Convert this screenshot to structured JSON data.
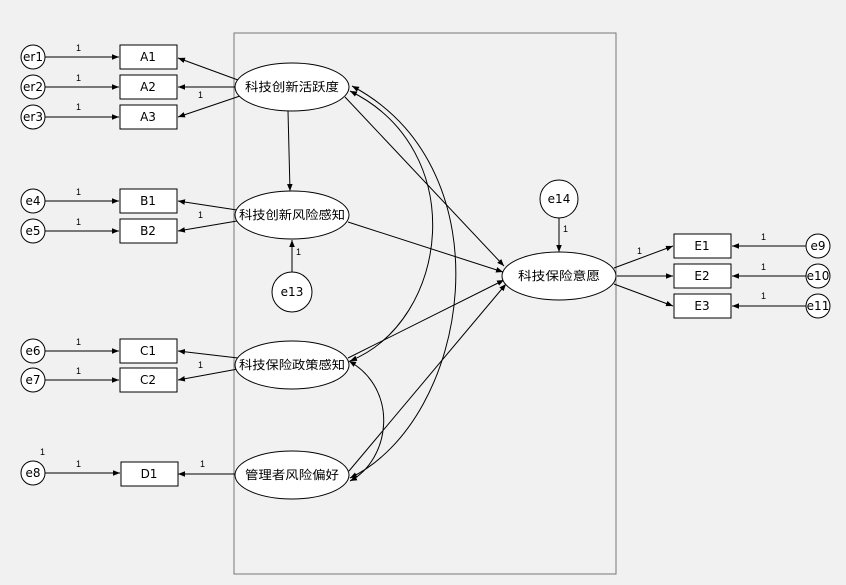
{
  "latent": {
    "l1": "科技创新活跃度",
    "l2": "科技创新风险感知",
    "l3": "科技保险政策感知",
    "l4": "管理者风险偏好",
    "l5": "科技保险意愿"
  },
  "observed": {
    "A1": "A1",
    "A2": "A2",
    "A3": "A3",
    "B1": "B1",
    "B2": "B2",
    "C1": "C1",
    "C2": "C2",
    "D1": "D1",
    "E1": "E1",
    "E2": "E2",
    "E3": "E3"
  },
  "errors": {
    "er1": "er1",
    "er2": "er2",
    "er3": "er3",
    "e4": "e4",
    "e5": "e5",
    "e6": "e6",
    "e7": "e7",
    "e8": "e8",
    "e9": "e9",
    "e10": "e10",
    "e11": "e11",
    "e13": "e13",
    "e14": "e14"
  },
  "weights": {
    "er1": "1",
    "er2": "1",
    "er3": "1",
    "e4": "1",
    "e5": "1",
    "e6": "1",
    "e7": "1",
    "e8": "1",
    "e8_var": "1",
    "e9": "1",
    "e10": "1",
    "e11": "1",
    "e13": "1",
    "e14": "1",
    "A3": "1",
    "B1": "1",
    "C2": "1",
    "D1": "1",
    "E1": "1"
  },
  "colors": {
    "stroke": "#000000",
    "frame": "#777777",
    "background": "#f1f1f1",
    "fill": "#ffffff"
  }
}
